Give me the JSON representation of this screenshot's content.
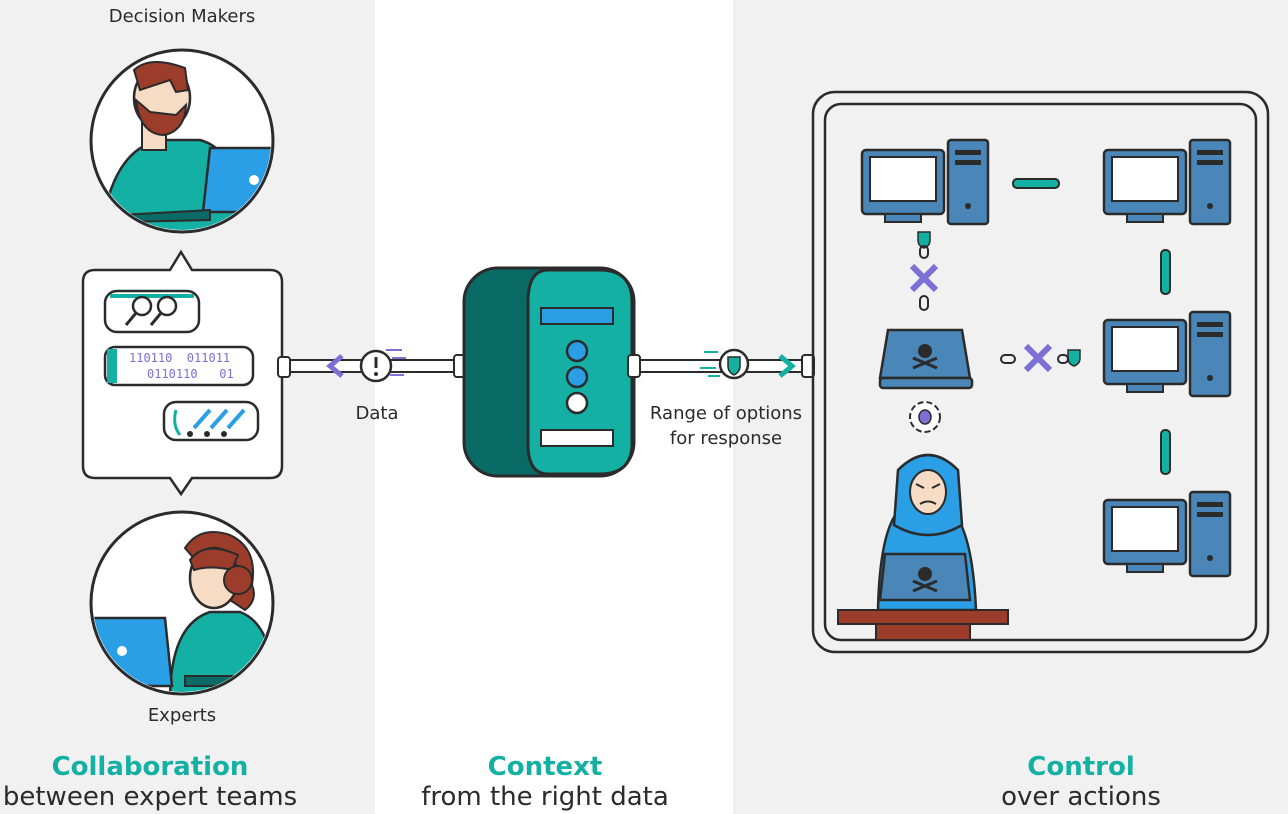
{
  "labels": {
    "decision_makers": "Decision Makers",
    "experts": "Experts",
    "data": "Data",
    "range_line1": "Range of options",
    "range_line2": "for response"
  },
  "binary": {
    "line1": "110110  011011",
    "line2": "0110110   01"
  },
  "sections": [
    {
      "heading": "Collaboration",
      "sub": "between expert teams"
    },
    {
      "heading": "Context",
      "sub": "from the right data"
    },
    {
      "heading": "Control",
      "sub": "over actions"
    }
  ],
  "colors": {
    "teal": "#14b0a4",
    "dark_teal": "#0a6a66",
    "blue": "#2a9fe6",
    "steel": "#4a86b8",
    "purple": "#7c6fd6",
    "outline": "#2b2b2b",
    "panel_bg": "#f1f1f1"
  }
}
